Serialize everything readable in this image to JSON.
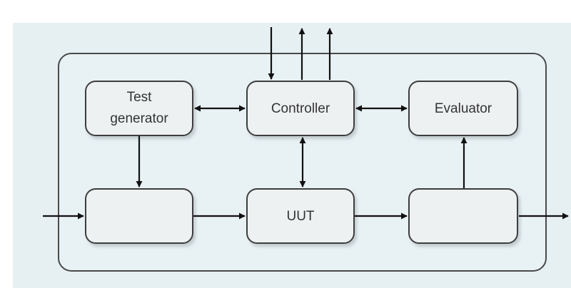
{
  "diagram": {
    "blocks": {
      "test_generator": {
        "lines": [
          "Test",
          "generator"
        ]
      },
      "controller": {
        "label": "Controller"
      },
      "evaluator": {
        "label": "Evaluator"
      },
      "input_block": {
        "label": ""
      },
      "uut": {
        "label": "UUT"
      },
      "output_block": {
        "label": ""
      }
    }
  }
}
